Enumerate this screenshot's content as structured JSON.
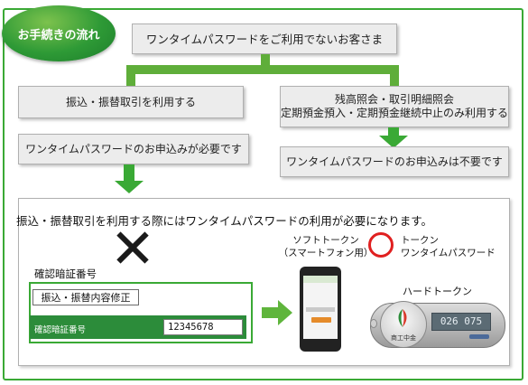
{
  "badge": {
    "label": "お手続きの流れ"
  },
  "flow": {
    "top": "ワンタイムパスワードをご利用でないお客さま",
    "left_step1": "振込・振替取引を利用する",
    "right_step1_line1": "残高照会・取引明細照会",
    "right_step1_line2": "定期預金預入・定期預金継続中止のみ利用する",
    "left_step2": "ワンタイムパスワードのお申込みが必要です",
    "right_step2": "ワンタイムパスワードのお申込みは不要です"
  },
  "lower": {
    "title": "振込・振替取引を利用する際にはワンタイムパスワードの利用が必要になります。",
    "code_label": "確認暗証番号",
    "panel_button": "振込・振替内容修正",
    "panel_row_label": "確認暗証番号",
    "panel_input_value": "12345678",
    "soft_line1": "ソフトトークン",
    "soft_line2": "（スマートフォン用）",
    "token_line1": "トークン",
    "token_line2": "ワンタイムパスワード",
    "hard_label": "ハードトークン",
    "device_lcd": "026 075",
    "device_name": "商工中金"
  },
  "colors": {
    "green": "#3aa935",
    "dark_green": "#2c8c3a",
    "red_circle": "#e02020",
    "box_fill": "#ececec"
  },
  "icons": [
    "cross-mark-icon",
    "circle-mark-icon",
    "right-arrow-icon",
    "down-arrow-icon",
    "smartphone-icon",
    "hard-token-icon"
  ]
}
